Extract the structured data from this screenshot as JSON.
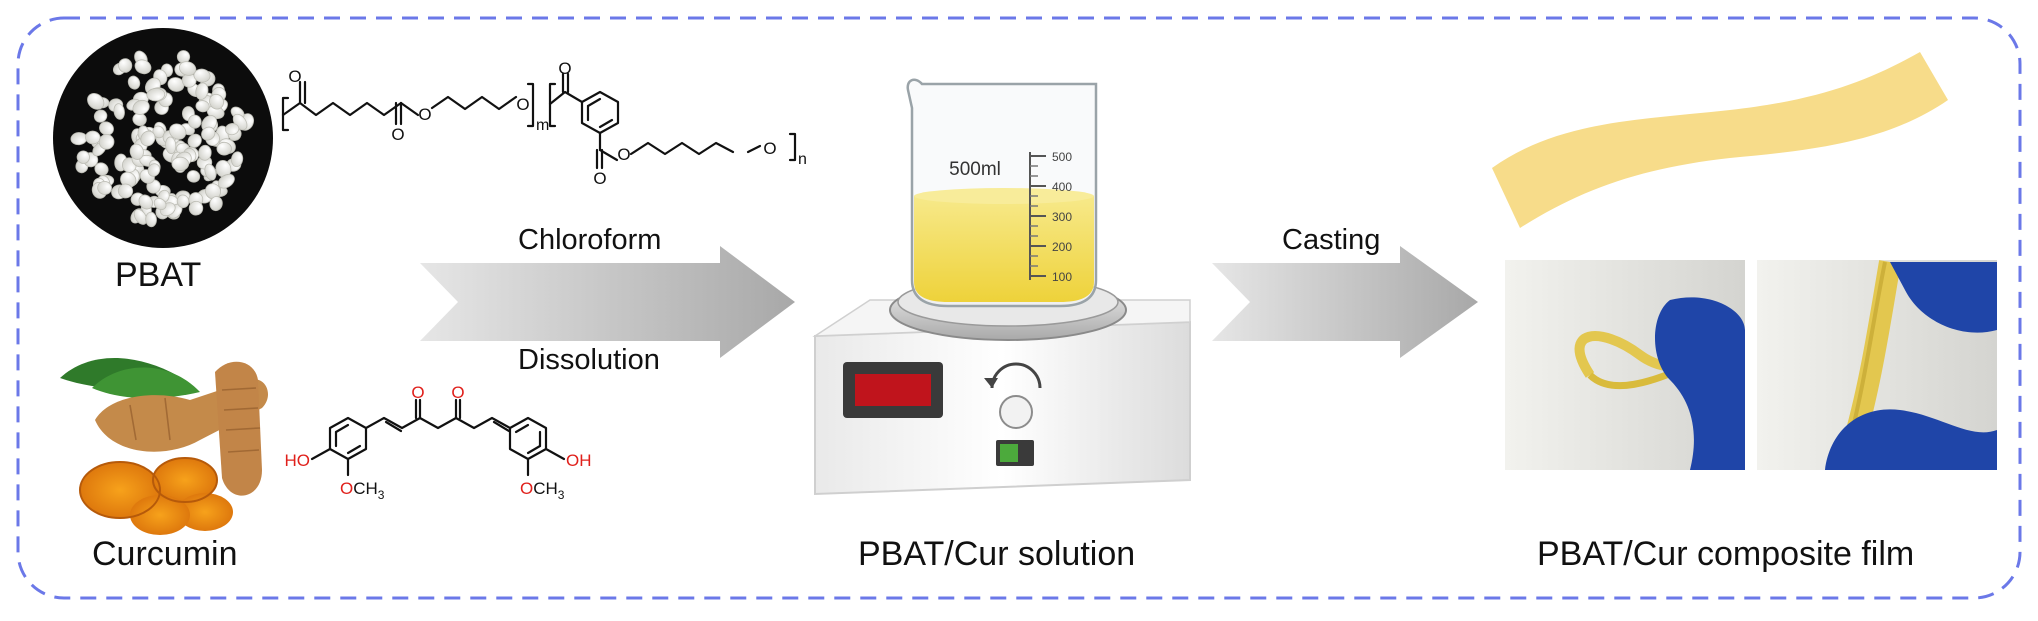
{
  "labels": {
    "pbat": "PBAT",
    "curcumin": "Curcumin",
    "chloroform": "Chloroform",
    "dissolution": "Dissolution",
    "casting": "Casting",
    "solution": "PBAT/Cur solution",
    "film": "PBAT/Cur composite film"
  },
  "pbat_structure": {
    "subscript_m": "m",
    "subscript_n": "n",
    "oxygen_atom": "O"
  },
  "curcumin_structure": {
    "oxygen_atom": "O",
    "hydroxyl_left": "HO",
    "hydroxyl_right": "OH",
    "methoxy_left": "OCH",
    "methoxy_right": "OCH",
    "methoxy_sub": "3"
  },
  "beaker": {
    "volume_label": "500ml",
    "marks": [
      "500",
      "400",
      "300",
      "200",
      "100"
    ]
  },
  "colors": {
    "frame_border": "#6b78e8",
    "arrow": "#bdbdbd",
    "solution": "#f2dc4e",
    "film": "#f7dc8a",
    "glove": "#1f45a8",
    "heteroatom": "#e0201b",
    "display": "#c0141c",
    "indicator": "#4caa3c"
  }
}
